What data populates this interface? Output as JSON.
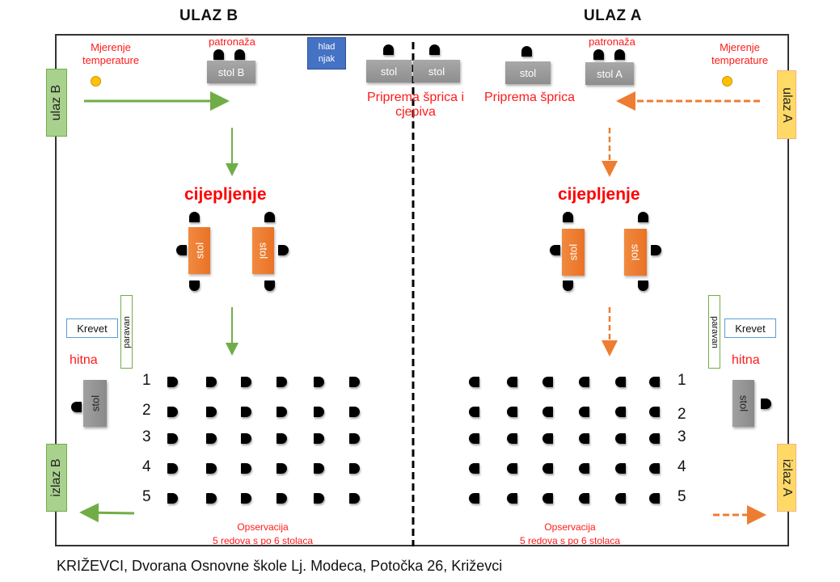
{
  "headings": {
    "entrance_b": "ULAZ  B",
    "entrance_a": "ULAZ  A"
  },
  "left_side": {
    "temperature_label_line1": "Mjerenje",
    "temperature_label_line2": "temperature",
    "nursing_label": "patronaža",
    "nursing_table": "stol B",
    "fridge_line1": "hlad",
    "fridge_line2": "njak",
    "entrance_door": "ulaz B",
    "exit_door": "izlaz B",
    "vaccination_label": "cijepljenje",
    "vaccination_tables": [
      "stol",
      "stol"
    ],
    "bed": "Krevet",
    "screen": "paravan",
    "emergency_label": "hitna",
    "emergency_table": "stol",
    "observation_title": "Opservacija",
    "observation_subtitle": "5 redova s po 6 stolaca",
    "row_numbers": [
      "1",
      "2",
      "3",
      "4",
      "5"
    ]
  },
  "center": {
    "prep_tables": [
      "stol",
      "stol"
    ],
    "prep_label_line1": "Priprema šprica i",
    "prep_label_line2": "cjepiva"
  },
  "right_side": {
    "temperature_label_line1": "Mjerenje",
    "temperature_label_line2": "temperature",
    "nursing_label": "patronaža",
    "nursing_table": "stol A",
    "syringe_table": "stol",
    "syringe_label": "Priprema šprica",
    "entrance_door": "ulaz A",
    "exit_door": "izlaz A",
    "vaccination_label": "cijepljenje",
    "vaccination_tables": [
      "stol",
      "stol"
    ],
    "bed": "Krevet",
    "screen": "paravan",
    "emergency_label": "hitna",
    "emergency_table": "stol",
    "observation_title": "Opservacija",
    "observation_subtitle": "5 redova s po 6 stolaca",
    "row_numbers": [
      "1",
      "2",
      "3",
      "4",
      "5"
    ]
  },
  "observation_layout": {
    "rows": 5,
    "chairs_per_row": 6
  },
  "colors": {
    "route_b": "#70ad47",
    "route_a": "#ed7d31",
    "label_red": "#ff0000",
    "vaccination_table": "#ed7d31",
    "fridge": "#4472c4",
    "door_b": "#a9d18e",
    "door_a": "#ffd966"
  },
  "footer": "KRIŽEVCI, Dvorana Osnovne škole Lj. Modeca, Potočka 26, Križevci"
}
